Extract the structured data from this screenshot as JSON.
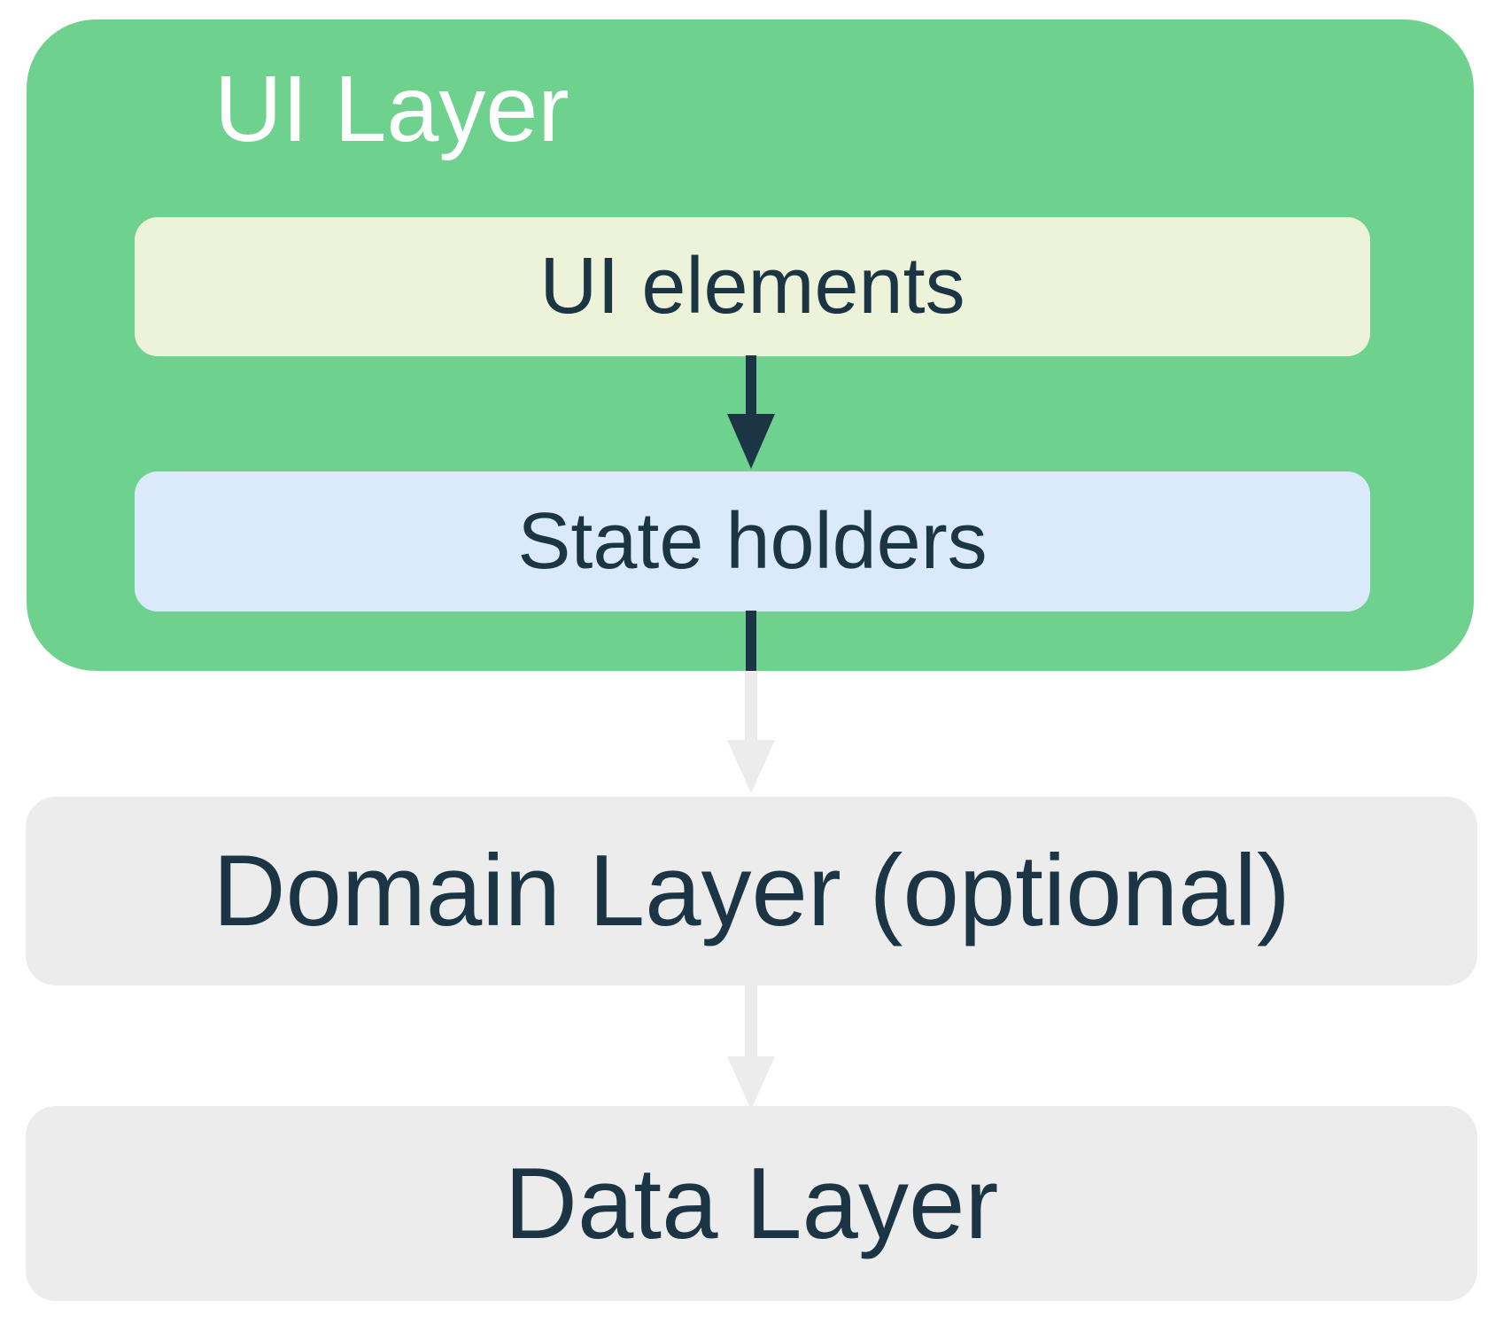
{
  "ui_layer": {
    "title": "UI Layer",
    "boxes": [
      {
        "label": "UI elements"
      },
      {
        "label": "State holders"
      }
    ]
  },
  "domain_layer": {
    "label": "Domain Layer (optional)"
  },
  "data_layer": {
    "label": "Data Layer"
  },
  "arrows": [
    {
      "from": "UI elements",
      "to": "State holders",
      "style": "dark"
    },
    {
      "from": "State holders",
      "to": "Domain Layer (optional)",
      "style": "dark-then-light"
    },
    {
      "from": "Domain Layer (optional)",
      "to": "Data Layer",
      "style": "light"
    }
  ],
  "colors": {
    "green": "#6ed28e",
    "cream": "#edf3d8",
    "blue": "#dbeafa",
    "gray": "#ececec",
    "navy": "#1c3545",
    "arrow_light": "#ececec",
    "title_text": "#ffffff"
  }
}
